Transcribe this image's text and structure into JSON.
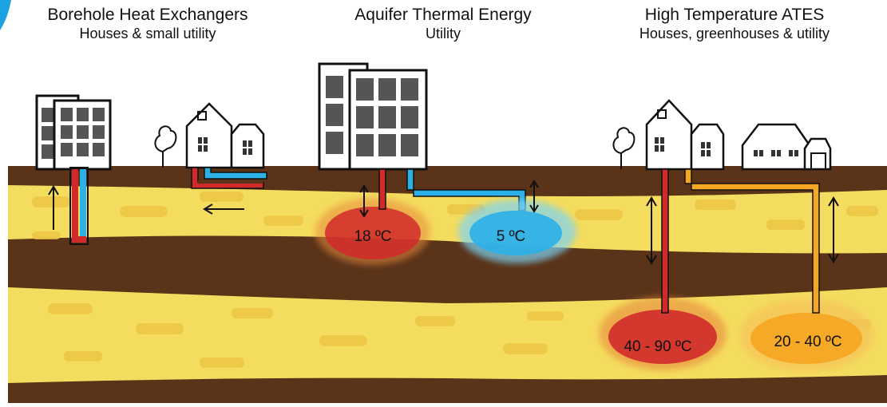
{
  "columns": [
    {
      "title": "Borehole Heat Exchangers",
      "subtitle": "Houses & small utility"
    },
    {
      "title": "Aquifer Thermal Energy",
      "subtitle": "Utility"
    },
    {
      "title": "High Temperature ATES",
      "subtitle": "Houses, greenhouses & utility"
    }
  ],
  "temperatures": {
    "ates_warm": "18 ºC",
    "ates_cold": "5 ºC",
    "ht_hot": "40 - 90 ºC",
    "ht_warm": "20 - 40 ºC"
  },
  "colors": {
    "soil": "#5a3319",
    "aquifer": "#f4dc5e",
    "aquifer_patch": "#ecc644",
    "hot": "#d12a2a",
    "cold": "#2bb0e8",
    "warm": "#f5a623",
    "accent": "#1aa3e0"
  }
}
